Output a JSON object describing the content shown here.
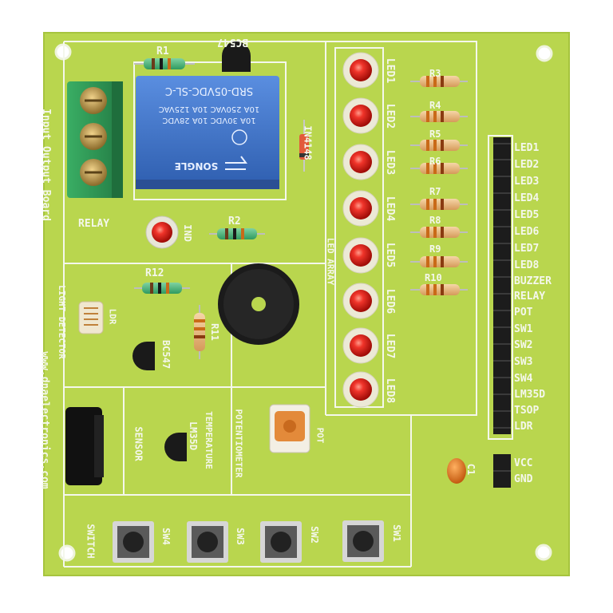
{
  "board": {
    "title": "Input Output Board",
    "website": "www.dnaelectronics.com",
    "colors": {
      "board": "#b9d64e",
      "silkscreen": "#f4f7ec",
      "relay": "#3f74c9",
      "terminal": "#2d9b55",
      "led": "#e4201a",
      "header": "#1c1c1c"
    }
  },
  "relay": {
    "model": "SRD-05VDC-SL-C",
    "ratings": [
      "10A 250VAC 10A 125VAC",
      "10A 30VDC 10A 28VDC"
    ],
    "brand": "SONGLE",
    "label": "RELAY",
    "indicator_label": "IND",
    "transistor_label": "BC547",
    "diode_label": "IN4148"
  },
  "resistors": {
    "r1": "R1",
    "r2": "R2",
    "r3": "R3",
    "r4": "R4",
    "r5": "R5",
    "r6": "R6",
    "r7": "R7",
    "r8": "R8",
    "r9": "R9",
    "r10": "R10",
    "r11": "R11",
    "r12": "R12"
  },
  "led_array": {
    "title": "LED ARRAY",
    "leds": [
      "LED1",
      "LED2",
      "LED3",
      "LED4",
      "LED5",
      "LED6",
      "LED7",
      "LED8"
    ]
  },
  "light_detector": {
    "title": "LIGHT DETECTOR",
    "ldr_label": "LDR",
    "transistor_label": "BC547"
  },
  "temperature": {
    "title": "TEMPERATURE",
    "sensor_label": "SENSOR",
    "ic_label": "LM35D"
  },
  "potentiometer": {
    "title": "POTENTIOMETER",
    "label": "POT"
  },
  "switches": {
    "title": "SWITCH",
    "labels": [
      "SW4",
      "SW3",
      "SW2",
      "SW1"
    ]
  },
  "header_pins": [
    "LED1",
    "LED2",
    "LED3",
    "LED4",
    "LED5",
    "LED6",
    "LED7",
    "LED8",
    "BUZZER",
    "RELAY",
    "POT",
    "SW1",
    "SW2",
    "SW3",
    "SW4",
    "LM35D",
    "TSOP",
    "LDR"
  ],
  "power": {
    "capacitor_label": "C1",
    "vcc": "VCC",
    "gnd": "GND"
  }
}
